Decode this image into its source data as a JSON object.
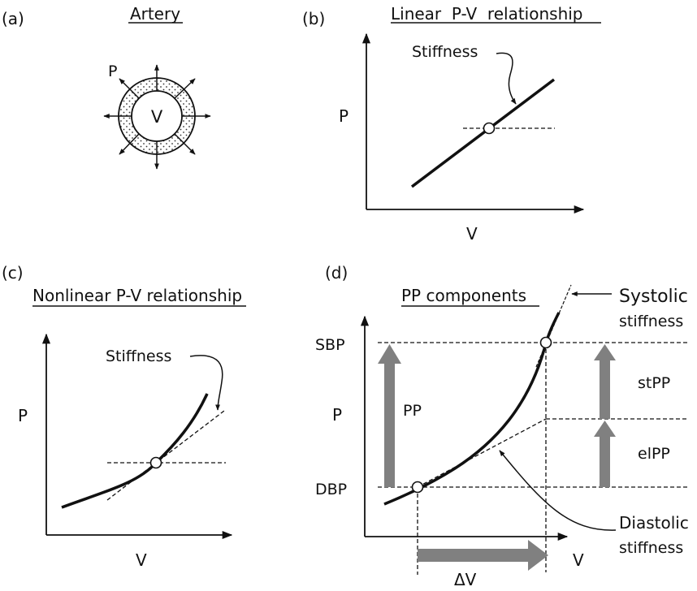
{
  "colors": {
    "ink": "#111111",
    "gray_arrow": "#808080",
    "dots": "#333333"
  },
  "panel_a": {
    "tag": "(a)",
    "title": "Artery",
    "pressure_label": "P",
    "volume_label": "V"
  },
  "panel_b": {
    "tag": "(b)",
    "title": "Linear  P-V  relationship",
    "annotation": "Stiffness",
    "ylabel": "P",
    "xlabel": "V"
  },
  "panel_c": {
    "tag": "(c)",
    "title": "Nonlinear P-V relationship",
    "annotation": "Stiffness",
    "ylabel": "P",
    "xlabel": "V"
  },
  "panel_d": {
    "tag": "(d)",
    "title": "PP components",
    "ylabel": "P",
    "xlabel": "V",
    "sbp": "SBP",
    "dbp": "DBP",
    "pp": "PP",
    "stpp": "stPP",
    "elpp": "elPP",
    "delta_v": "ΔV",
    "systolic_line1": "Systolic",
    "systolic_line2": "stiffness",
    "diastolic_line1": "Diastolic",
    "diastolic_line2": "stiffness"
  },
  "chart_data": [
    {
      "type": "diagram",
      "title": "Artery",
      "labels": [
        "P",
        "V"
      ],
      "description": "Cross-section of an artery (dotted wall ring) with 8 outward pressure arrows; V inside lumen"
    },
    {
      "type": "line",
      "title": "Linear P-V relationship",
      "xlabel": "V",
      "ylabel": "P",
      "annotations": [
        "Stiffness"
      ],
      "series": [
        {
          "name": "P-V",
          "shape": "linear"
        }
      ]
    },
    {
      "type": "line",
      "title": "Nonlinear P-V relationship",
      "xlabel": "V",
      "ylabel": "P",
      "annotations": [
        "Stiffness"
      ],
      "series": [
        {
          "name": "P-V",
          "shape": "exponential"
        },
        {
          "name": "tangent",
          "style": "dashed"
        }
      ]
    },
    {
      "type": "line",
      "title": "PP components",
      "xlabel": "V",
      "ylabel": "P",
      "y_levels": [
        "DBP",
        "SBP"
      ],
      "annotations": [
        "PP",
        "stPP",
        "elPP",
        "ΔV",
        "Systolic stiffness",
        "Diastolic stiffness"
      ],
      "series": [
        {
          "name": "P-V",
          "shape": "exponential"
        },
        {
          "name": "diastolic tangent",
          "style": "dashed"
        },
        {
          "name": "systolic tangent",
          "style": "dashed"
        }
      ]
    }
  ]
}
